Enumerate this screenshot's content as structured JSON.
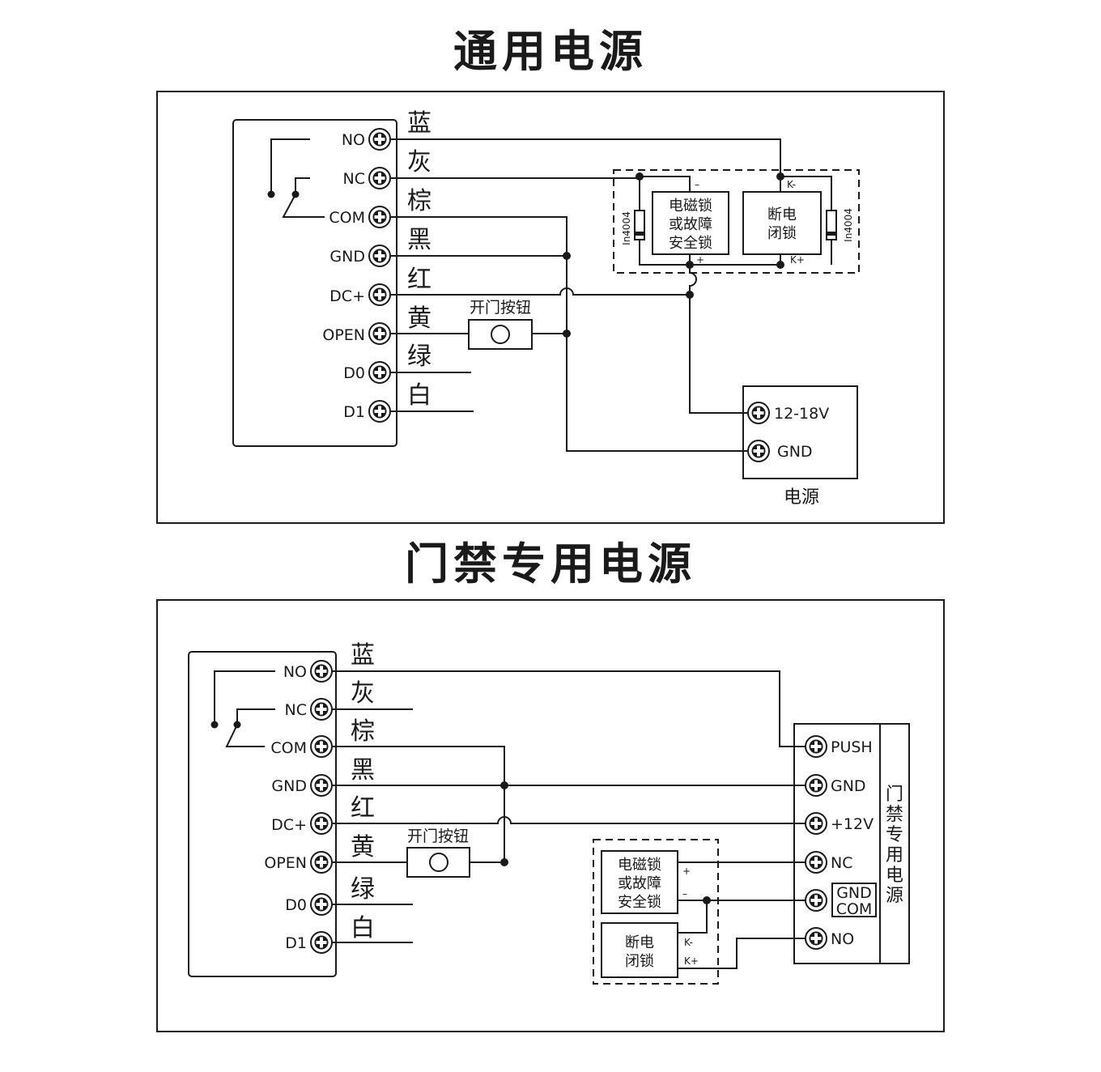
{
  "titles": {
    "general": "通用电源",
    "dedicated": "门禁专用电源"
  },
  "controller": {
    "terminals": [
      "NO",
      "NC",
      "COM",
      "GND",
      "DC+",
      "OPEN",
      "D0",
      "D1"
    ],
    "wire_colors": [
      "蓝",
      "灰",
      "棕",
      "黑",
      "红",
      "黄",
      "绿",
      "白"
    ]
  },
  "button_label": "开门按钮",
  "lock_em": [
    "电磁锁",
    "或故障",
    "安全锁"
  ],
  "lock_fs": [
    "断电",
    "闭锁"
  ],
  "diode": "In4004",
  "polarity": {
    "minus": "–",
    "plus": "+",
    "kminus": "K-",
    "kplus": "K+"
  },
  "psu_general": {
    "terminals": [
      "12-18V",
      "GND"
    ],
    "caption": "电源"
  },
  "psu_dedicated": {
    "terminals": [
      "PUSH",
      "GND",
      "+12V",
      "NC",
      "NO"
    ],
    "gnd_com": [
      "GND",
      "COM"
    ],
    "side_label": [
      "门",
      "禁",
      "专",
      "用",
      "电",
      "源"
    ]
  },
  "icons": {
    "terminal": "screw-terminal-icon",
    "button": "push-button-icon",
    "diode": "diode-icon",
    "junction": "junction-dot"
  }
}
